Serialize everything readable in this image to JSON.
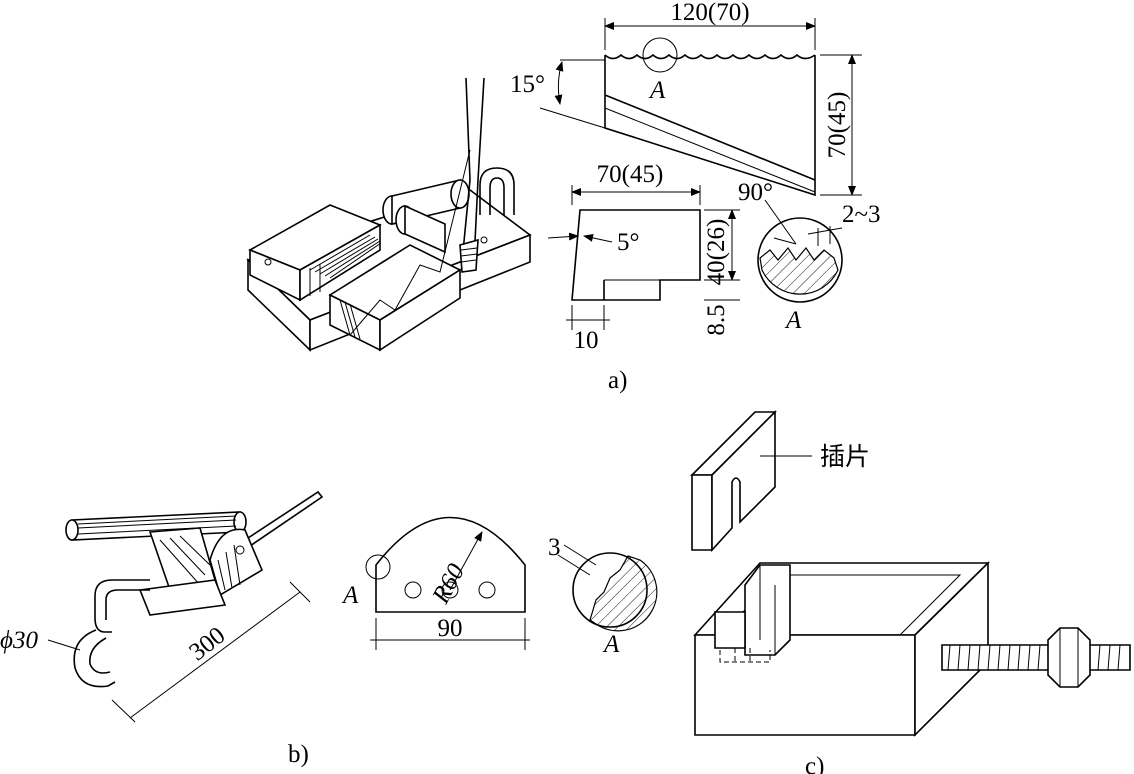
{
  "panel_a": {
    "caption": "a)",
    "top_block": {
      "width_dim": "120(70)",
      "height_dim": "70(45)",
      "angle": "15°",
      "detail_ref": "A"
    },
    "insert": {
      "width_dim": "70(45)",
      "height_dim": "40(26)",
      "angle": "5°",
      "notch_width": "10",
      "notch_height": "8.5"
    },
    "detail_a": {
      "angle": "90°",
      "pitch": "2~3",
      "ref": "A"
    }
  },
  "panel_b": {
    "caption": "b)",
    "hook_diameter": "ϕ30",
    "length": "300",
    "plate": {
      "radius": "R60",
      "width": "90",
      "detail_ref": "A"
    },
    "detail_a": {
      "size": "3",
      "ref": "A"
    }
  },
  "panel_c": {
    "caption": "c)",
    "insert_label": "插片"
  }
}
